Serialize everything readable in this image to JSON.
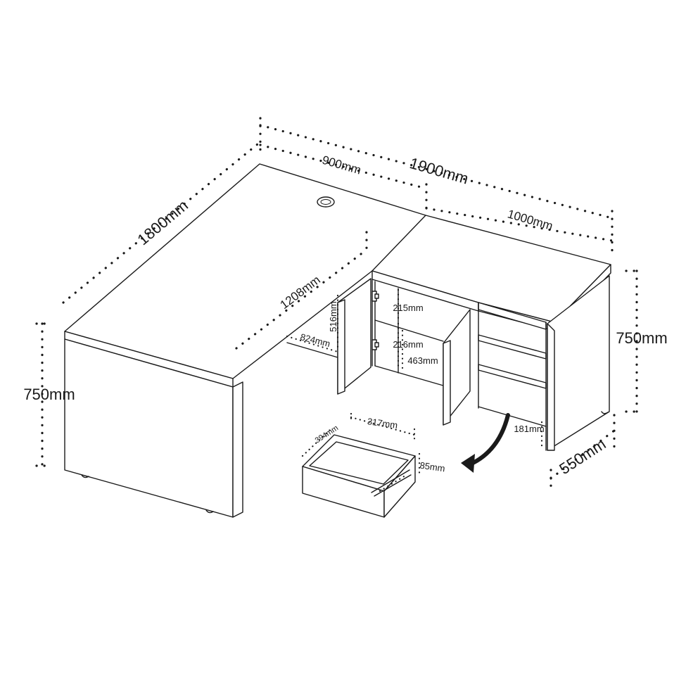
{
  "dimensions": {
    "total_width": "1900mm",
    "left_depth": "1800mm",
    "top_left_width": "900mm",
    "right_width": "1000mm",
    "left_inner": "1208mm",
    "left_height": "750mm",
    "right_height": "750mm",
    "right_depth": "550mm",
    "inner_depth": "824mm",
    "door_height": "516mm",
    "shelf_gap_top": "215mm",
    "shelf_gap_mid": "216mm",
    "shelf_span": "463mm",
    "leg_clearance": "181mm",
    "drawer_depth": "394mm",
    "drawer_width": "317mm",
    "drawer_height": "85mm"
  },
  "icons": [
    "cable-grommet-icon",
    "curved-arrow-icon",
    "hinge-icon",
    "drawer-slide-icon"
  ]
}
